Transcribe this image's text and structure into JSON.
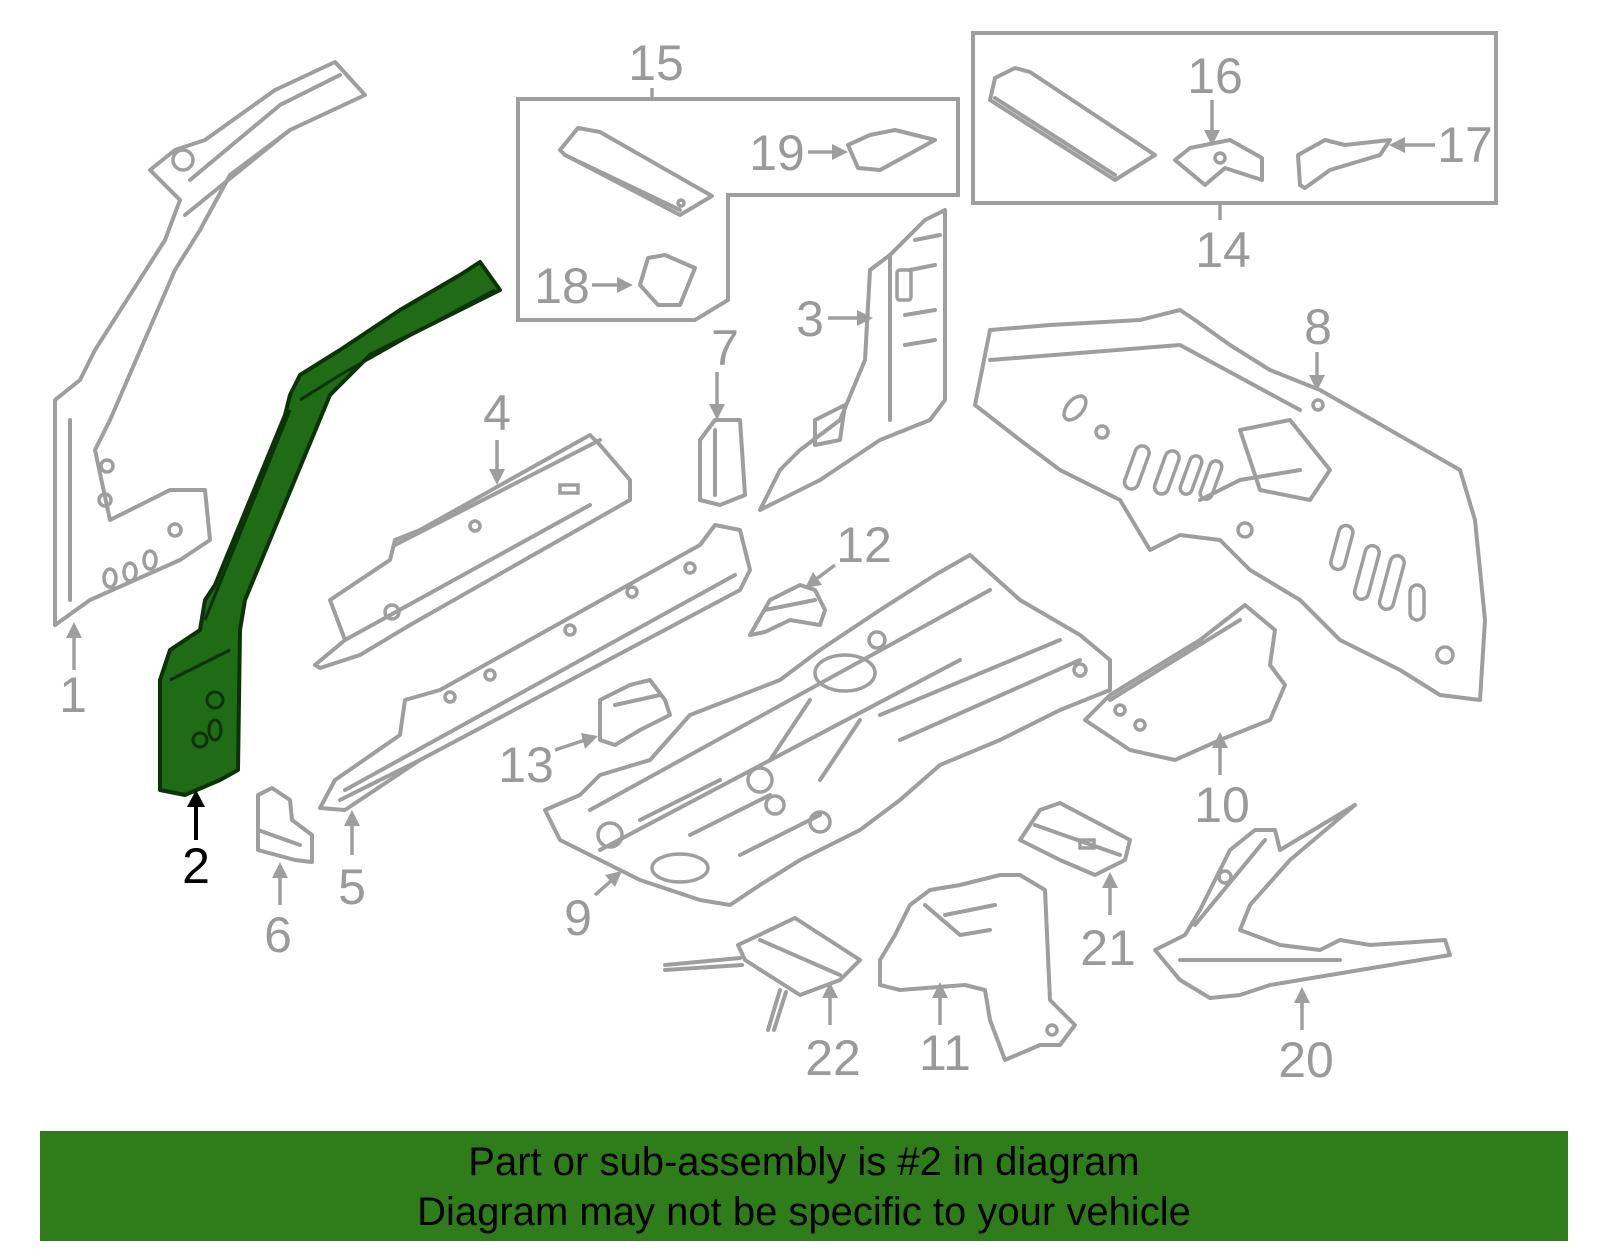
{
  "diagram": {
    "highlighted_part": "2",
    "callouts": [
      "1",
      "2",
      "3",
      "4",
      "5",
      "6",
      "7",
      "8",
      "9",
      "10",
      "11",
      "12",
      "13",
      "14",
      "15",
      "16",
      "17",
      "18",
      "19",
      "20",
      "21",
      "22"
    ],
    "colors": {
      "highlight": "#1f6b16",
      "part_outline": "#9e9e9e",
      "banner": "#2e7d1a"
    }
  },
  "banner": {
    "line1": "Part or sub-assembly is #2 in diagram",
    "line2": "Diagram may not be specific to your vehicle"
  }
}
